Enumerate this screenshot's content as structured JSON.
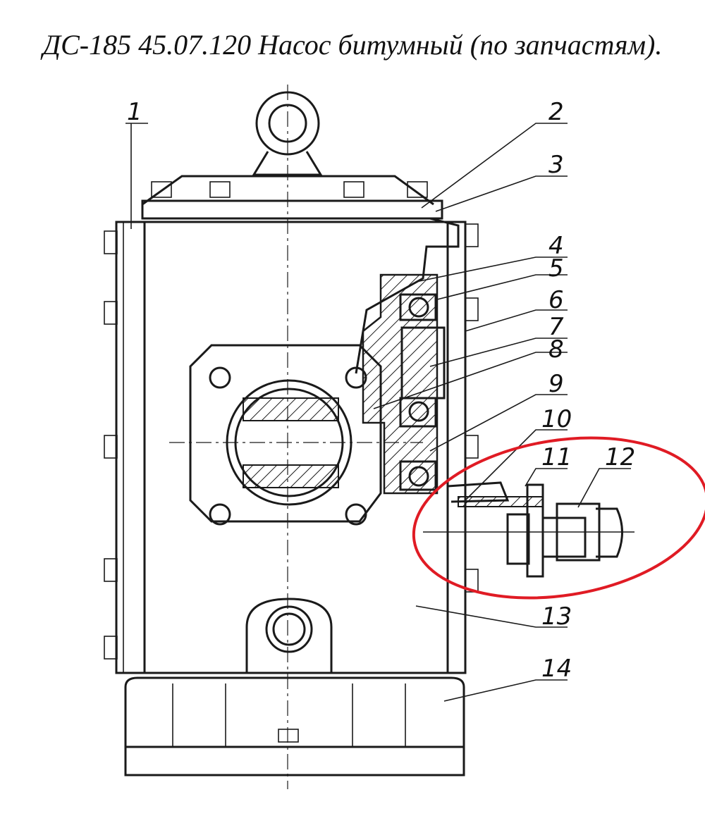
{
  "title": "ДС-185 45.07.120 Насос битумный (по запчастям).",
  "callouts": [
    "1",
    "2",
    "3",
    "4",
    "5",
    "6",
    "7",
    "8",
    "9",
    "10",
    "11",
    "12",
    "13",
    "14"
  ],
  "colors": {
    "ink": "#1a1a1a",
    "highlight": "#e01b24",
    "background": "#ffffff"
  },
  "highlight": {
    "shape": "ellipse",
    "target_callout": "12"
  }
}
